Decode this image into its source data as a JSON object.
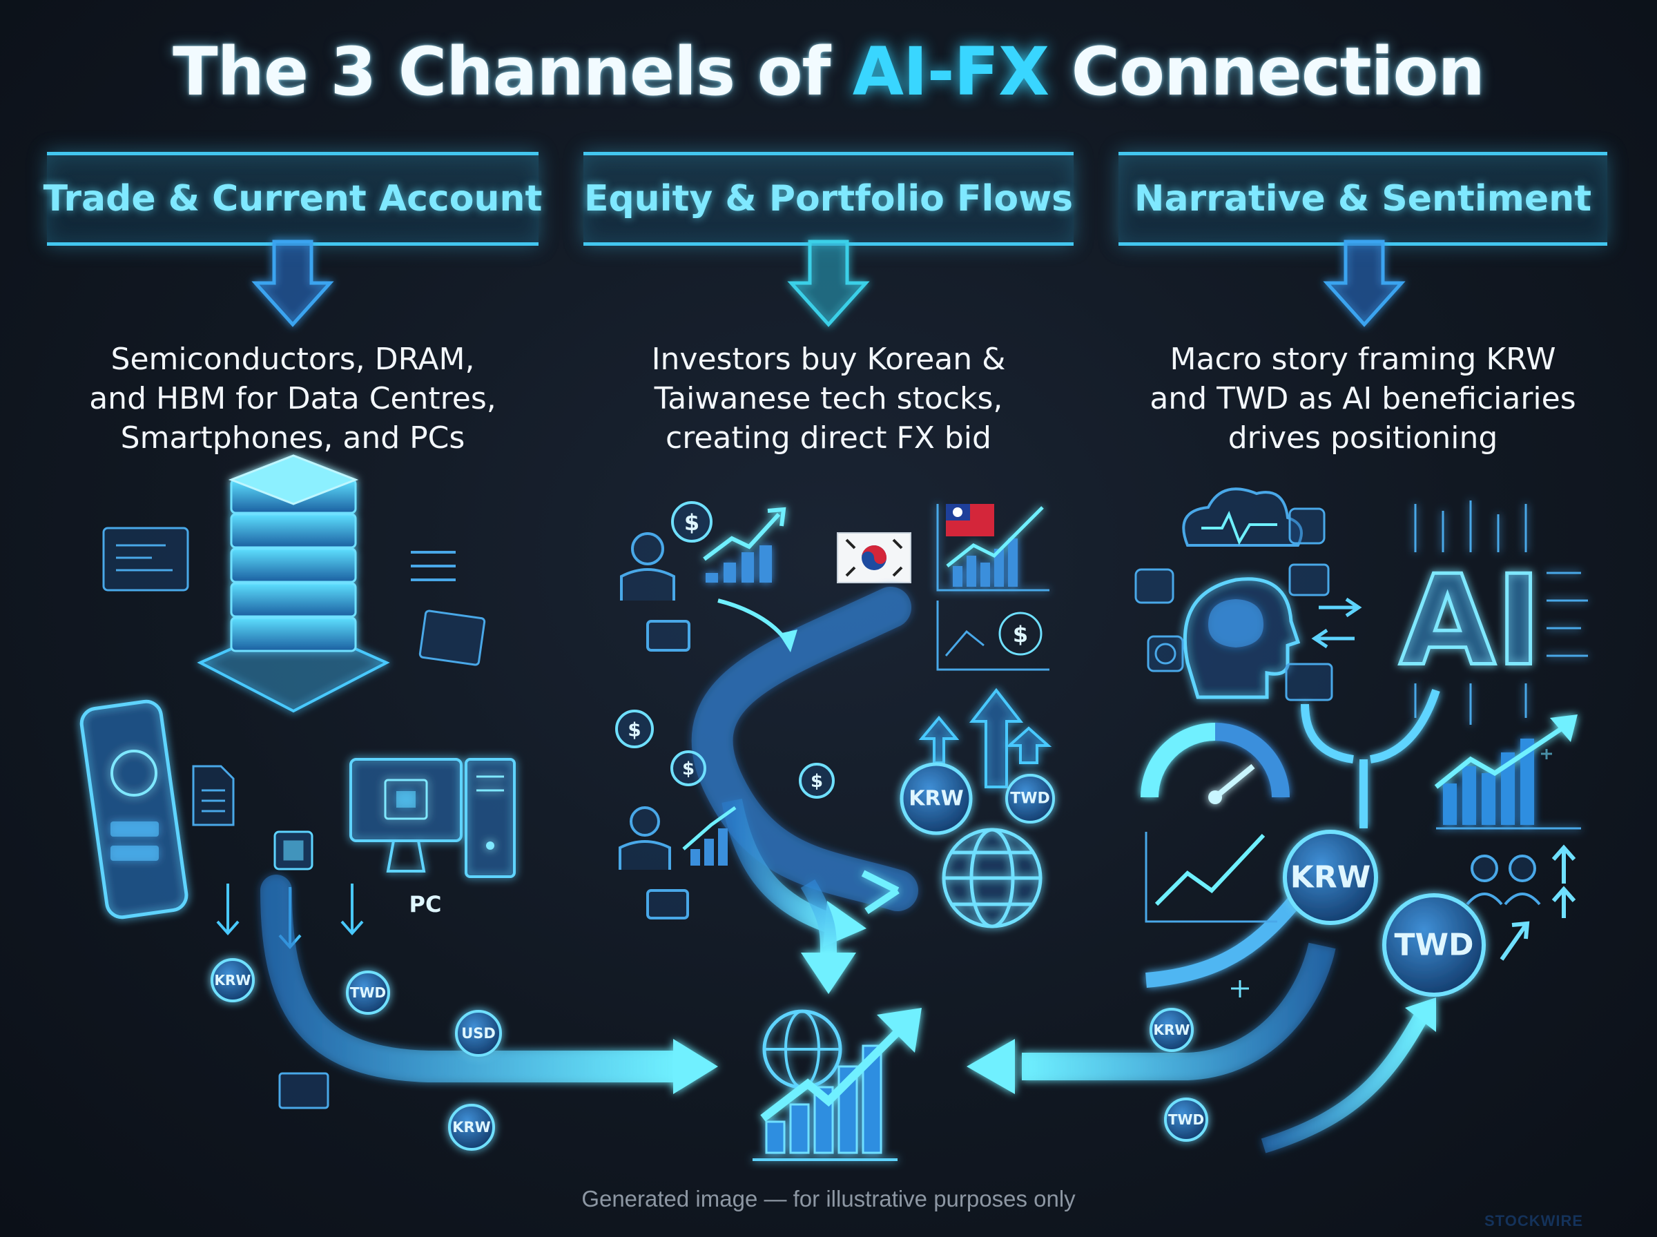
{
  "title": {
    "prefix": "The 3 Channels of ",
    "accent": "AI-FX",
    "suffix": " Connection"
  },
  "channels": [
    {
      "heading": "Trade & Current Account",
      "description": [
        "Semiconductors, DRAM,",
        "and HBM for Data Centres,",
        "Smartphones, and PCs"
      ]
    },
    {
      "heading": "Equity & Portfolio Flows",
      "description": [
        "Investors buy Korean &",
        "Taiwanese tech stocks,",
        "creating direct FX bid"
      ]
    },
    {
      "heading": "Narrative & Sentiment",
      "description": [
        "Macro story framing KRW",
        "and TWD as AI beneficiaries",
        "drives positioning"
      ]
    }
  ],
  "illustration_labels": {
    "pc": "PC",
    "ai": "AI",
    "krw": "KRW",
    "twd": "TWD",
    "usd": "USD"
  },
  "caption": "Generated image — for illustrative purposes only",
  "watermark": "STOCKWIRE",
  "colors": {
    "accent": "#39d6ff",
    "heading": "#7fe8ff",
    "glow": "#43c7f0",
    "background": "#111822"
  }
}
